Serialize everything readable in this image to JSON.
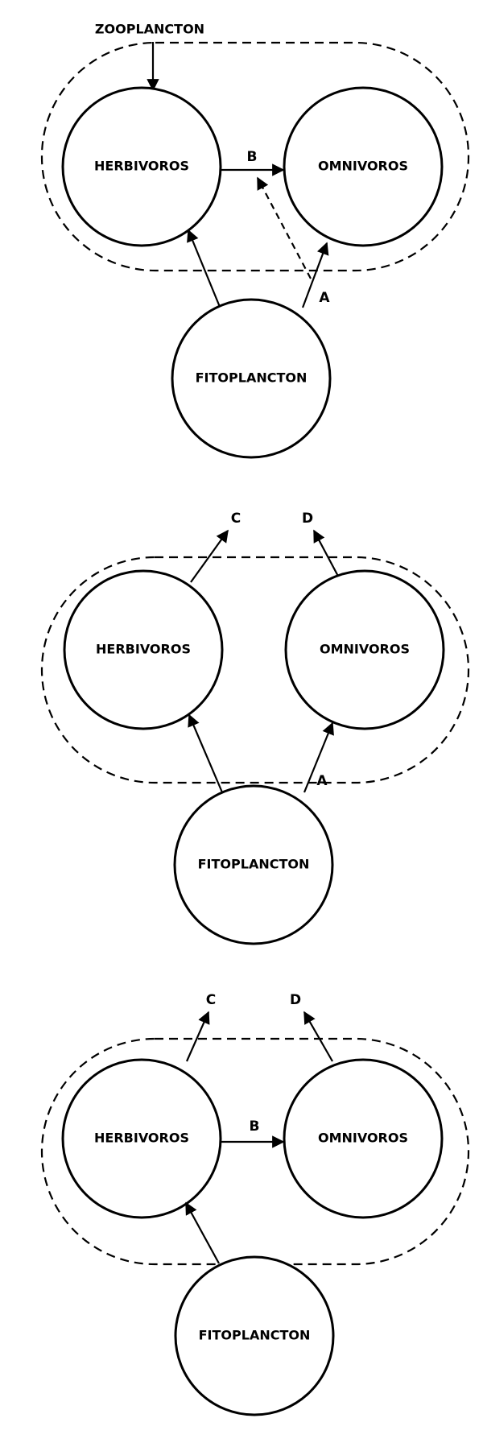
{
  "labels": {
    "zooplancton": "ZOOPLANCTON",
    "herbivoros": "HERBIVOROS",
    "omnivoros": "OMNIVOROS",
    "fitoplancton": "FITOPLANCTON",
    "flow_a": "A",
    "flow_b": "B",
    "flow_c": "C",
    "flow_d": "D"
  },
  "panels": [
    {
      "has_zooplancton_label": true,
      "has_b_link": true,
      "b_link_dashed_return": true,
      "fito_feeds": [
        "herbivoros",
        "omnivoros"
      ],
      "outputs": []
    },
    {
      "has_zooplancton_label": false,
      "has_b_link": false,
      "b_link_dashed_return": false,
      "fito_feeds": [
        "herbivoros",
        "omnivoros"
      ],
      "outputs": [
        "C",
        "D"
      ]
    },
    {
      "has_zooplancton_label": false,
      "has_b_link": true,
      "b_link_dashed_return": false,
      "fito_feeds": [
        "herbivoros"
      ],
      "outputs": [
        "C",
        "D"
      ]
    }
  ]
}
